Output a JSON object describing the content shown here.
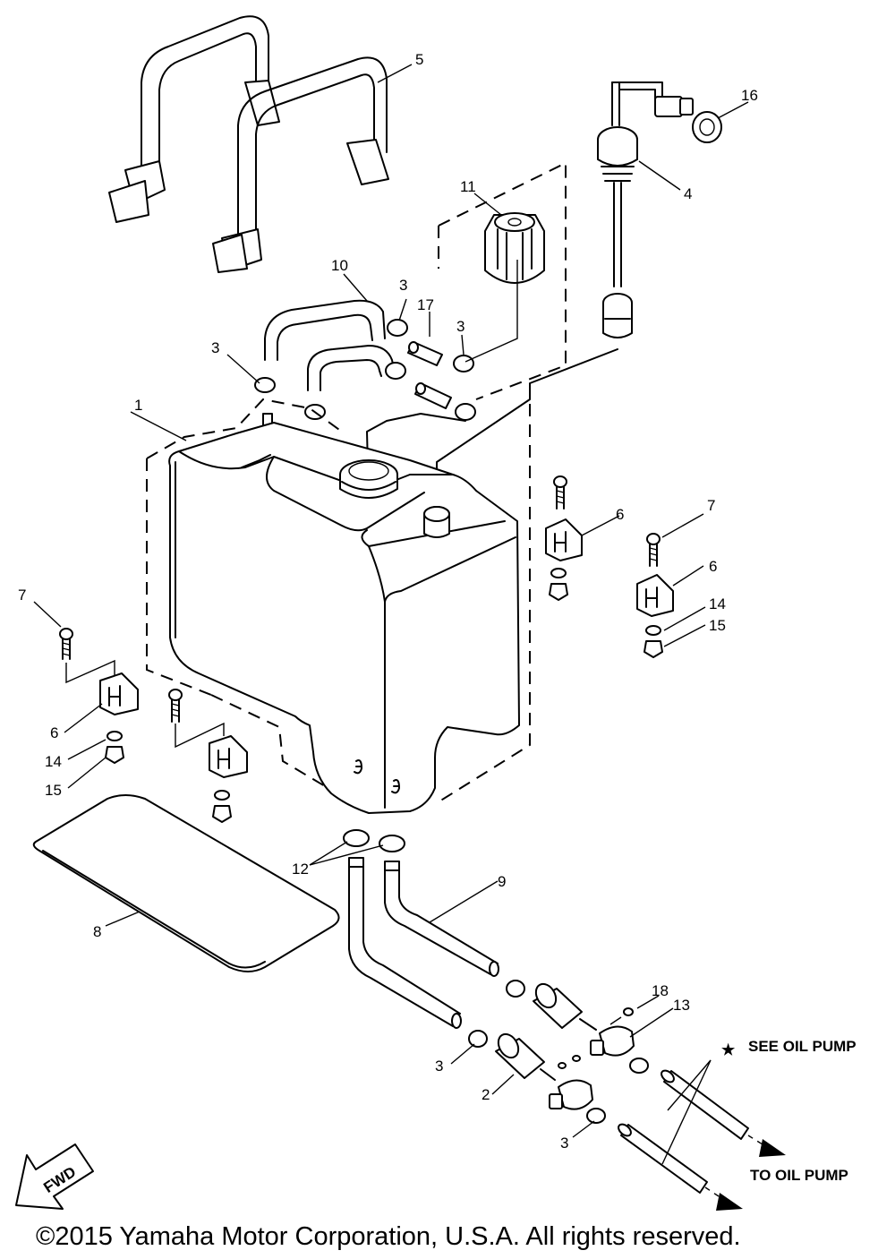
{
  "part_numbers": {
    "p1": "1",
    "p2": "2",
    "p3": "3",
    "p4": "4",
    "p5": "5",
    "p6": "6",
    "p7": "7",
    "p8": "8",
    "p9": "9",
    "p10": "10",
    "p11": "11",
    "p12": "12",
    "p13": "13",
    "p14": "14",
    "p15": "15",
    "p16": "16",
    "p17": "17",
    "p18": "18"
  },
  "notes": {
    "see_oil_pump_star": "★",
    "see_oil_pump": "SEE OIL PUMP",
    "to_oil_pump": "TO OIL PUMP",
    "fwd": "FWD"
  },
  "footer": {
    "copyright": "©2015 Yamaha Motor Corporation, U.S.A. All rights reserved."
  }
}
